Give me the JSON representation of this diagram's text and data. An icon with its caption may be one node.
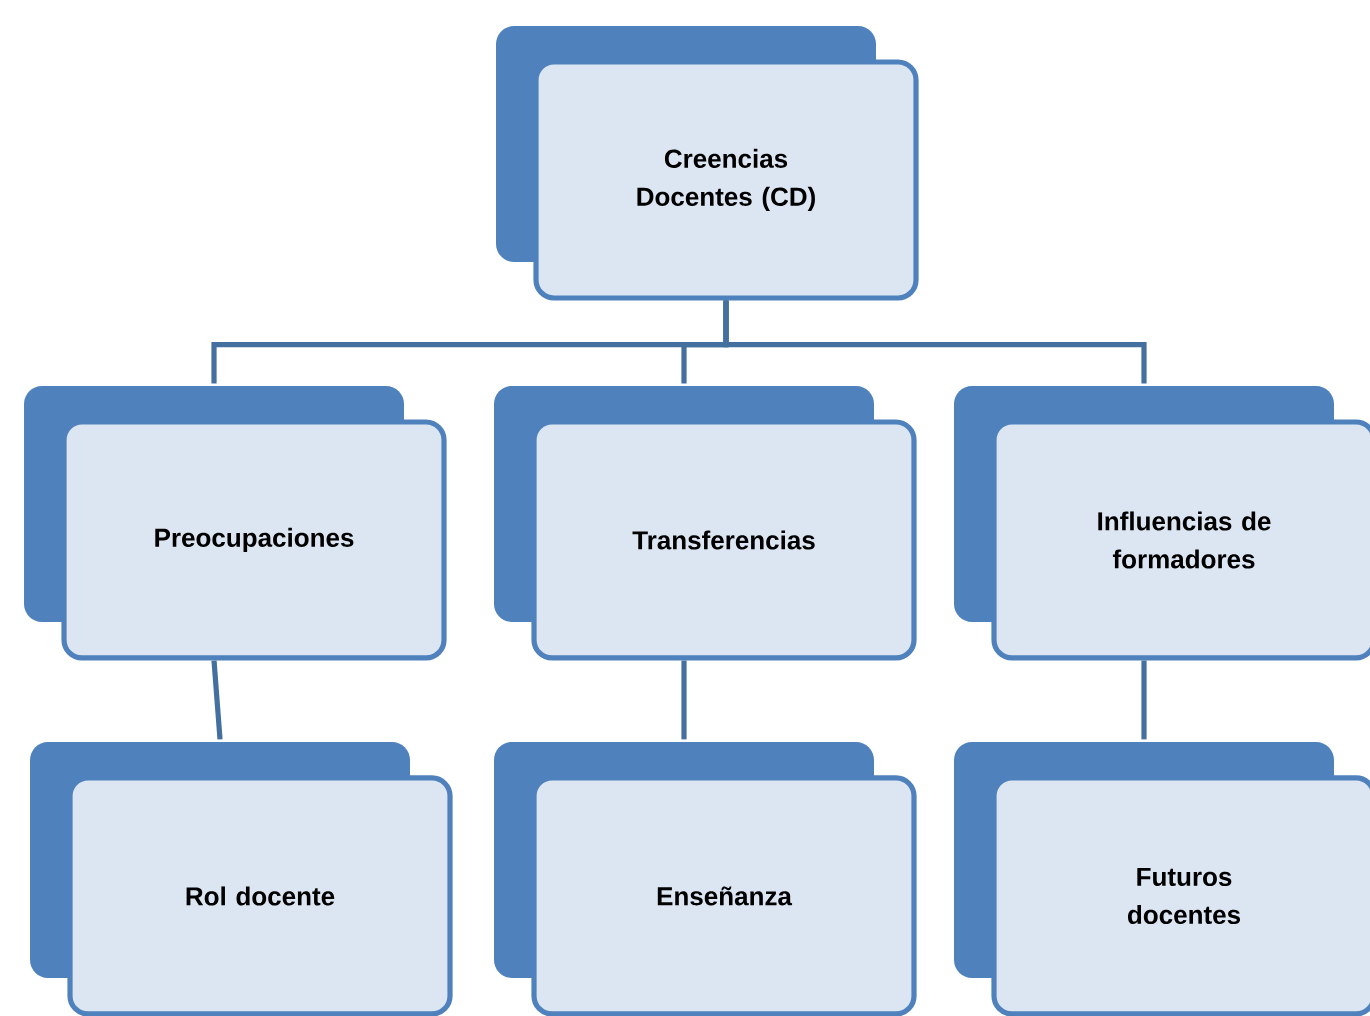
{
  "diagram": {
    "nodes": [
      {
        "text": [
          "Creencias Docentes (CD)"
        ]
      },
      {
        "text": [
          "Preocupaciones"
        ]
      },
      {
        "text": [
          "Transferencias"
        ]
      },
      {
        "text": [
          "Influencias de formadores"
        ]
      },
      {
        "text": [
          "Rol docente"
        ]
      },
      {
        "text": [
          "Enseñanza"
        ]
      },
      {
        "text": [
          "Futuros docentes"
        ]
      }
    ],
    "edges": [
      {
        "from": 0,
        "to": 1,
        "arrow": "none"
      },
      {
        "from": 0,
        "to": 2,
        "arrow": "none"
      },
      {
        "from": 0,
        "to": 3,
        "arrow": "none"
      },
      {
        "from": 1,
        "to": 4,
        "arrow": "none"
      },
      {
        "from": 2,
        "to": 5,
        "arrow": "none"
      },
      {
        "from": 3,
        "to": 6,
        "arrow": "none"
      }
    ]
  }
}
